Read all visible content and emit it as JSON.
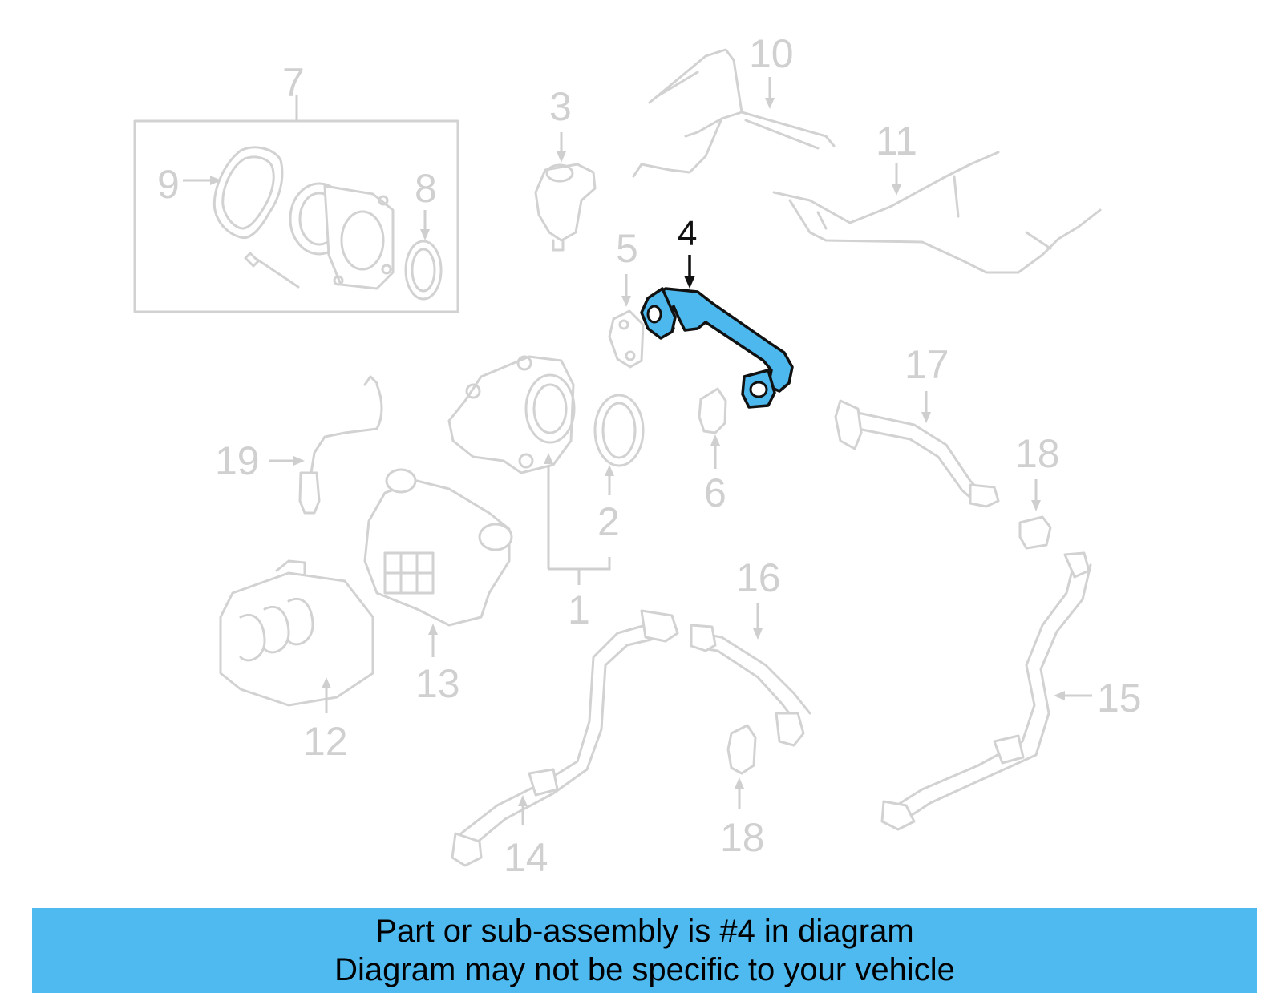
{
  "diagram": {
    "highlight_color": "#4db8ee",
    "highlighted_callout": "4",
    "callouts": {
      "c1": "1",
      "c2": "2",
      "c3": "3",
      "c4": "4",
      "c5": "5",
      "c6": "6",
      "c7": "7",
      "c8": "8",
      "c9": "9",
      "c10": "10",
      "c11": "11",
      "c12": "12",
      "c13": "13",
      "c14": "14",
      "c15": "15",
      "c16": "16",
      "c17": "17",
      "c18a": "18",
      "c18b": "18",
      "c19": "19"
    }
  },
  "banner": {
    "line1": "Part or sub-assembly is #4 in diagram",
    "line2": "Diagram may not be specific to your vehicle",
    "color": "#4ebaf0"
  }
}
